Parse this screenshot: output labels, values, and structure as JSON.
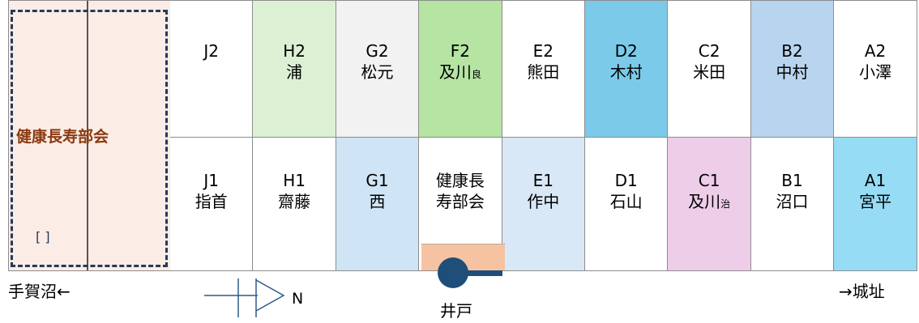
{
  "colors": {
    "outer_label": "#8b3a10",
    "dash": "#243a5a",
    "well": "#1f4e79"
  },
  "outer_block": {
    "label": "健康長寿部会",
    "mark": "[ ]"
  },
  "top_row": [
    {
      "code": "J2",
      "name": "",
      "color": "#ffffff"
    },
    {
      "code": "H2",
      "name": "浦",
      "color": "#dcf1d4"
    },
    {
      "code": "G2",
      "name": "松元",
      "color": "#f2f2f2"
    },
    {
      "code": "F2",
      "name": "及川",
      "suffix": "良",
      "color": "#b5e4a3"
    },
    {
      "code": "E2",
      "name": "熊田",
      "color": "#ffffff"
    },
    {
      "code": "D2",
      "name": "木村",
      "color": "#7ccaea"
    },
    {
      "code": "C2",
      "name": "米田",
      "color": "#ffffff"
    },
    {
      "code": "B2",
      "name": "中村",
      "color": "#b9d4ef"
    },
    {
      "code": "A2",
      "name": "小澤",
      "color": "#ffffff"
    }
  ],
  "bottom_row": [
    {
      "code": "J1",
      "name": "指首",
      "color": "#ffffff"
    },
    {
      "code": "H1",
      "name": "齋藤",
      "color": "#ffffff"
    },
    {
      "code": "G1",
      "name": "西",
      "color": "#cfe5f5"
    },
    {
      "code": "",
      "name": "健康長\n寿部会",
      "color": "#ffffff"
    },
    {
      "code": "E1",
      "name": "作中",
      "color": "#d9e8f6"
    },
    {
      "code": "D1",
      "name": "石山",
      "color": "#ffffff"
    },
    {
      "code": "C1",
      "name": "及川",
      "suffix": "治",
      "color": "#eecde9"
    },
    {
      "code": "B1",
      "name": "沼口",
      "color": "#ffffff"
    },
    {
      "code": "A1",
      "name": "宮平",
      "color": "#96dcf5"
    }
  ],
  "special_plot": {
    "line1": "健康長",
    "line2": "寿部会"
  },
  "edges": {
    "left": "手賀沼←",
    "right": "→城址"
  },
  "well": {
    "label": "井戸",
    "icon": "well-icon"
  },
  "compass": {
    "label": "N",
    "icon": "north-arrow-icon"
  }
}
